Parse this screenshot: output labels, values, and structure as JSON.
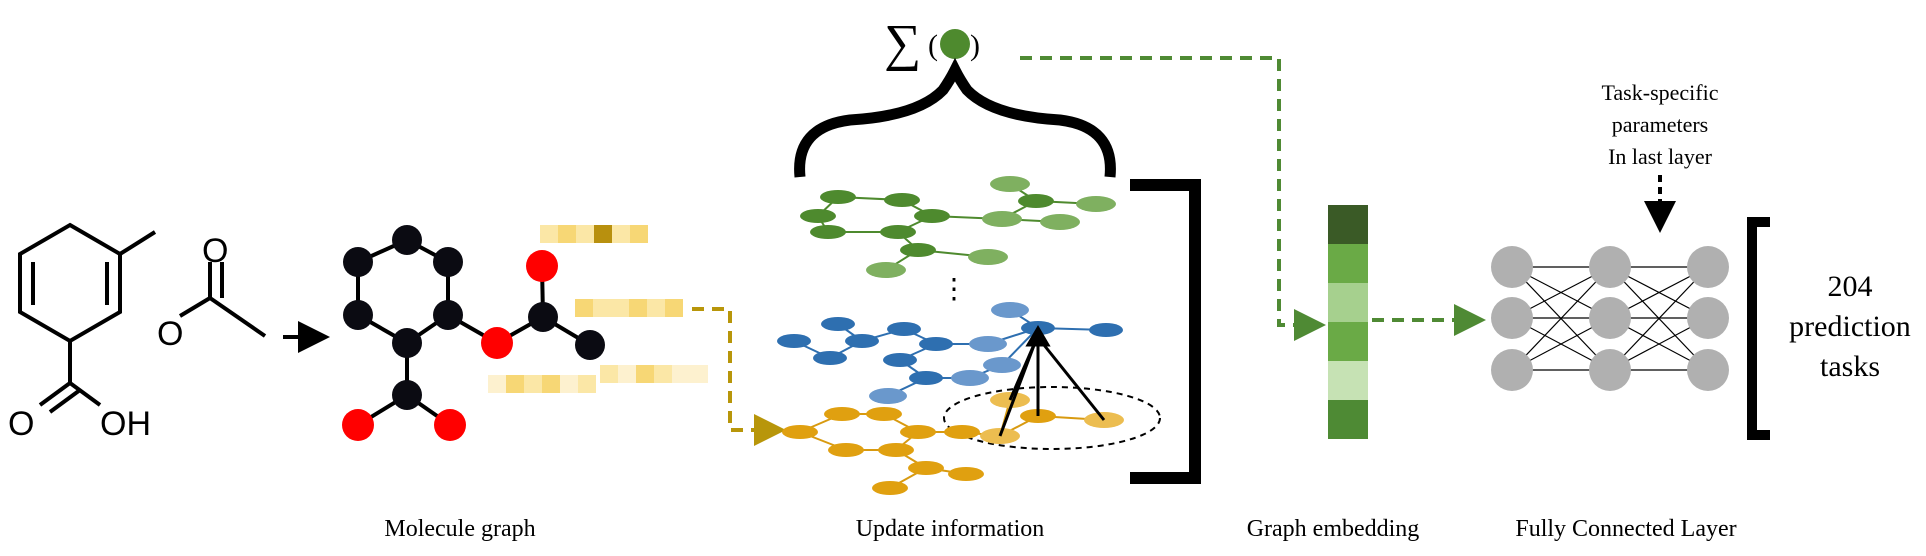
{
  "molecule": {
    "atom_O_top": "O",
    "atom_O_ester": "O",
    "atom_O_acid": "O",
    "atom_OH": "OH"
  },
  "labels": {
    "molecule_graph": "Molecule graph",
    "update_information": "Update information",
    "graph_embedding": "Graph embedding",
    "fully_connected": "Fully Connected Layer",
    "task_specific_line1": "Task-specific",
    "task_specific_line2": "parameters",
    "task_specific_line3": "In last layer",
    "count": "204",
    "prediction": "prediction",
    "tasks": "tasks",
    "sum_symbol": "∑",
    "ellipsis": "⋮"
  },
  "colors": {
    "node_black": "#0b0b12",
    "node_red": "#ff0000",
    "green_layer": "#4e8a2e",
    "blue_layer": "#2e6fb0",
    "gold_layer": "#e0a010",
    "dashed_gold": "#b8960a",
    "dashed_green": "#4f8a34",
    "fc_node": "#b0b0b0"
  },
  "embedding_cells": [
    "#3a5a26",
    "#6aaa46",
    "#a6d08e",
    "#6aaa46",
    "#c6e2b4",
    "#4e8a34"
  ]
}
